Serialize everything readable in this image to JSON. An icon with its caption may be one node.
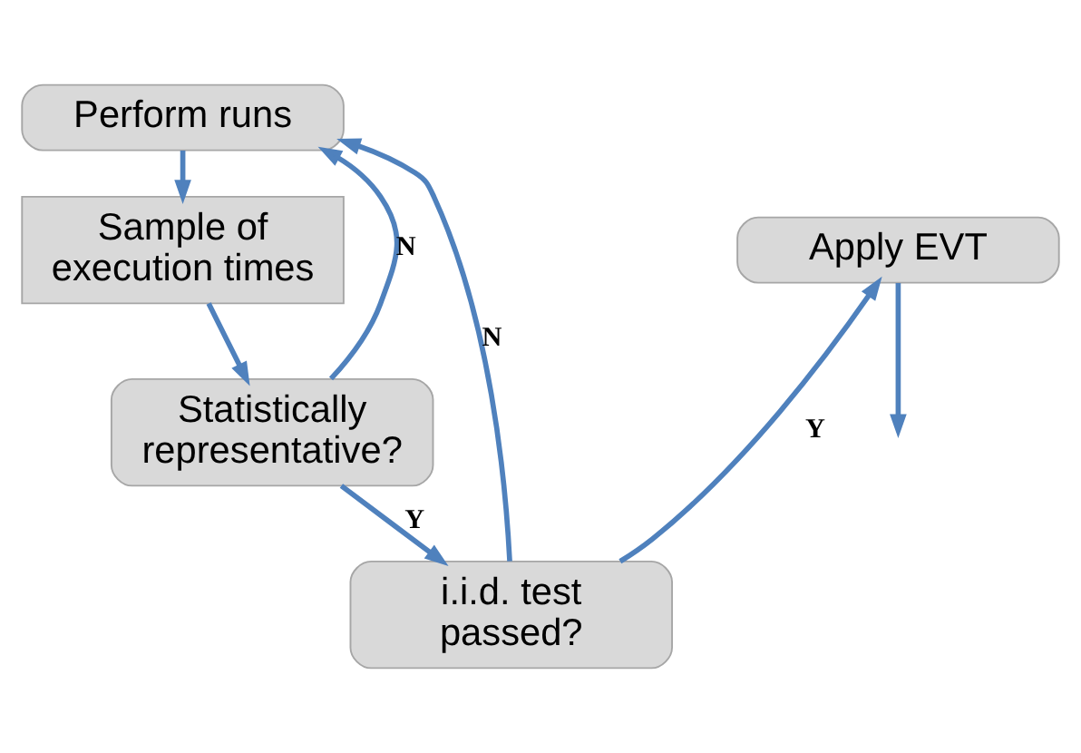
{
  "diagram": {
    "nodes": [
      {
        "text": [
          "Perform runs"
        ]
      },
      {
        "text": [
          "Sample of execution times"
        ]
      },
      {
        "text": [
          "Statistically representative?"
        ]
      },
      {
        "text": [
          "i.i.d. test passed?"
        ]
      },
      {
        "text": [
          "Apply EVT"
        ]
      }
    ],
    "edges": [
      {
        "from": 0,
        "to": 1,
        "arrow": "to"
      },
      {
        "from": 1,
        "to": 2,
        "arrow": "to"
      },
      {
        "from": 2,
        "to": 3,
        "arrow": "to",
        "label": "Y"
      },
      {
        "from": 2,
        "to": 0,
        "arrow": "to",
        "label": "N"
      },
      {
        "from": 3,
        "to": 0,
        "arrow": "to",
        "label": "N"
      },
      {
        "from": 3,
        "to": 4,
        "arrow": "to",
        "label": "Y"
      },
      {
        "from": 4,
        "to": null,
        "arrow": "to"
      }
    ]
  }
}
